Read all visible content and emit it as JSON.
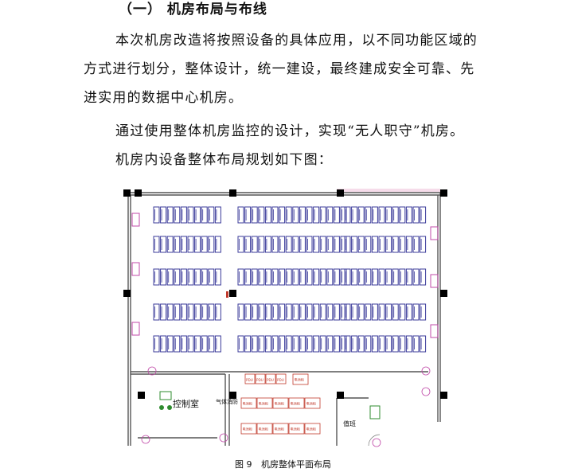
{
  "section": {
    "heading": "（一）  机房布局与布线",
    "paragraphs": [
      "本次机房改造将按照设备的具体应用，以不同功能区域的方式进行划分，整体设计，统一建设，最终建成安全可靠、先进实用的数据中心机房。",
      "通过使用整体机房监控的设计，实现“无人职守”机房。",
      "机房内设备整体布局规划如下图："
    ]
  },
  "floorplan": {
    "control_room_label": "控制室",
    "gas_room_label": "气体消防",
    "duty_room_label": "值班",
    "pdu_labels": [
      "PDU",
      "PDU",
      "PDU",
      "PDU"
    ],
    "equipment_label": "电池柜",
    "colors": {
      "rack": "#3b3b9a",
      "crac": "#c04aa8",
      "wall": "#555555",
      "column": "#000000",
      "red_equipment": "#c0392b",
      "green": "#2e8b2e"
    }
  },
  "figure": {
    "number": "图 9",
    "title": "机房整体平面布局"
  }
}
